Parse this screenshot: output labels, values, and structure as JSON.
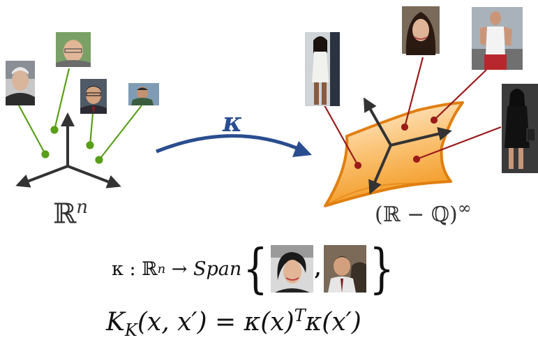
{
  "left_space": {
    "symbol": "ℝ",
    "exponent": "n"
  },
  "right_space": {
    "symbol": "(ℝ − ℚ)",
    "exponent": "∞"
  },
  "map_label": "κ",
  "span_formula": {
    "lhs": "κ : ℝ",
    "exponent": "n",
    "arrow": " → ",
    "span_word": "Span",
    "open_brace": "{",
    "separator": ",",
    "close_brace": "}"
  },
  "kernel_formula": {
    "text": "K",
    "sub": "K",
    "args": "(x, x′) = κ(x)",
    "sup": "T",
    "tail": "κ(x′)"
  },
  "colors": {
    "axes": "#333333",
    "left_links": "#5a9e1a",
    "right_links": "#9b1b1b",
    "map_arrow": "#2a4d8f",
    "surface_top": "#fde6c4",
    "surface_bottom": "#f6a030",
    "surface_edge": "#e07f10"
  },
  "icons": {
    "left_photos": [
      "portrait-photo",
      "portrait-photo",
      "portrait-photo",
      "portrait-photo"
    ],
    "right_photos": [
      "celebrity-photo",
      "celebrity-photo",
      "celebrity-photo",
      "celebrity-photo"
    ],
    "span_photos": [
      "celebrity-photo",
      "celebrity-photo"
    ]
  }
}
